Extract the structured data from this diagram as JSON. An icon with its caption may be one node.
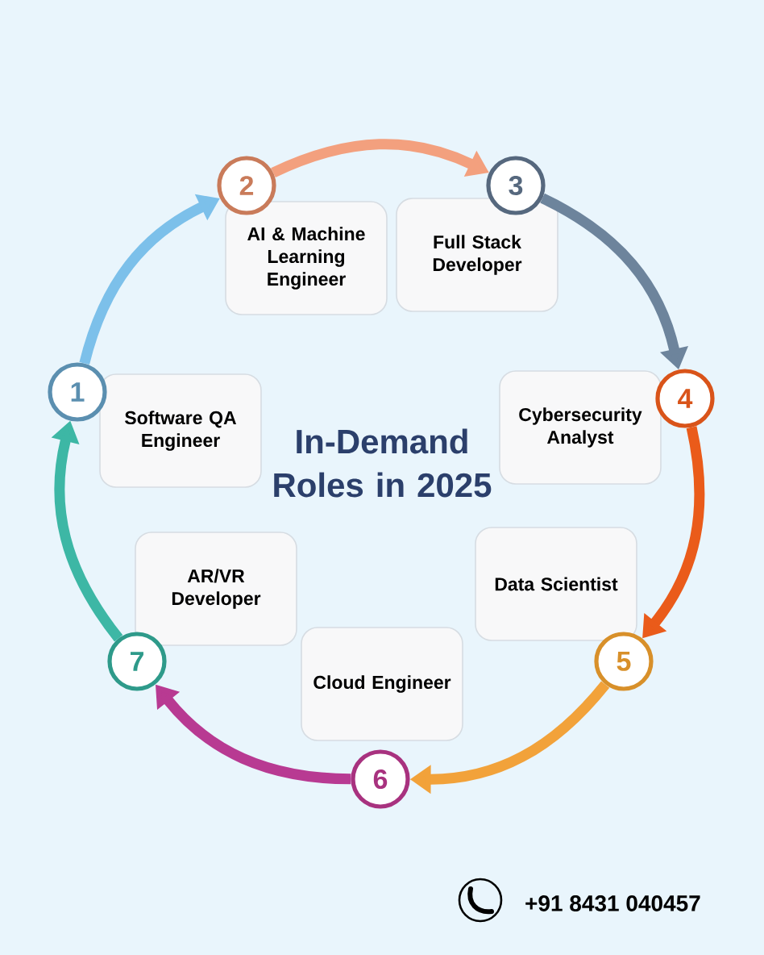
{
  "diagram": {
    "title": "In-Demand Roles in 2025",
    "nodes": [
      {
        "text": [
          "1"
        ]
      },
      {
        "text": [
          "2"
        ]
      },
      {
        "text": [
          "3"
        ]
      },
      {
        "text": [
          "4"
        ]
      },
      {
        "text": [
          "5"
        ]
      },
      {
        "text": [
          "6"
        ]
      },
      {
        "text": [
          "7"
        ]
      },
      {
        "text": [
          "Software QA Engineer"
        ]
      },
      {
        "text": [
          "AI & Machine Learning Engineer"
        ]
      },
      {
        "text": [
          "Full Stack Developer"
        ]
      },
      {
        "text": [
          "Cybersecurity Analyst"
        ]
      },
      {
        "text": [
          "Data Scientist"
        ]
      },
      {
        "text": [
          "Cloud Engineer"
        ]
      },
      {
        "text": [
          "AR/VR Developer"
        ]
      }
    ],
    "edges": [
      {
        "from": 0,
        "to": 1,
        "arrow": "to",
        "color": "#7cc0ea"
      },
      {
        "from": 1,
        "to": 2,
        "arrow": "to",
        "color": "#f3a07e"
      },
      {
        "from": 2,
        "to": 3,
        "arrow": "to",
        "color": "#6d849c"
      },
      {
        "from": 3,
        "to": 4,
        "arrow": "to",
        "color": "#ea5b1a"
      },
      {
        "from": 4,
        "to": 5,
        "arrow": "to",
        "color": "#f2a23a"
      },
      {
        "from": 5,
        "to": 6,
        "arrow": "to",
        "color": "#b83a92"
      },
      {
        "from": 6,
        "to": 0,
        "arrow": "to",
        "color": "#3db7a5"
      }
    ],
    "labels": [
      "+91 8431 040457"
    ]
  }
}
